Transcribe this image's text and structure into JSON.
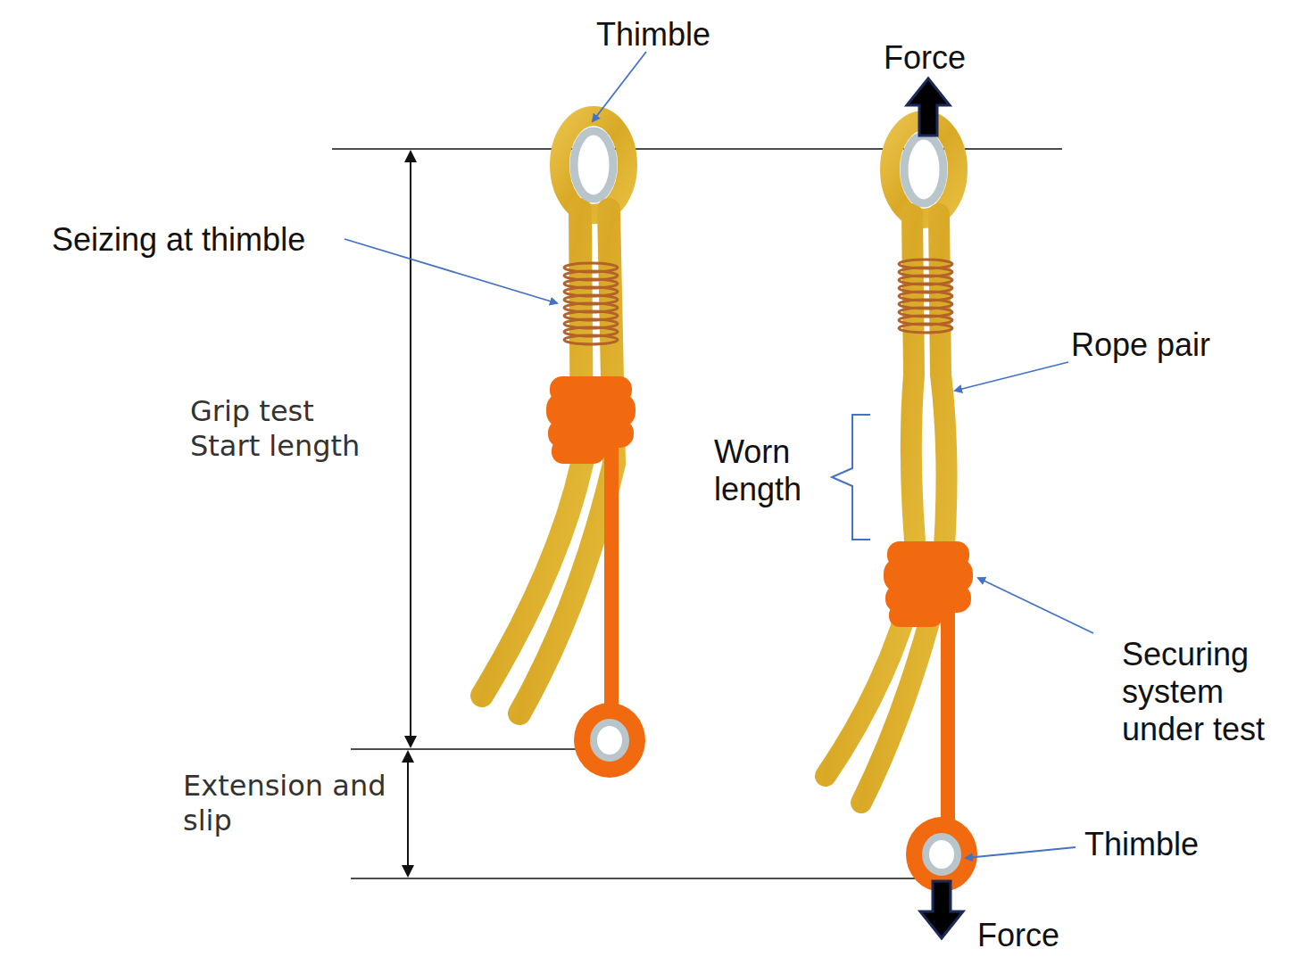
{
  "diagram": {
    "labels": [
      "Thimble",
      "Force",
      "Seizing at thimble",
      "Rope pair",
      "Grip test Start length",
      "Worn length",
      "Securing system under test",
      "Extension and slip",
      "Thimble",
      "Force"
    ]
  }
}
